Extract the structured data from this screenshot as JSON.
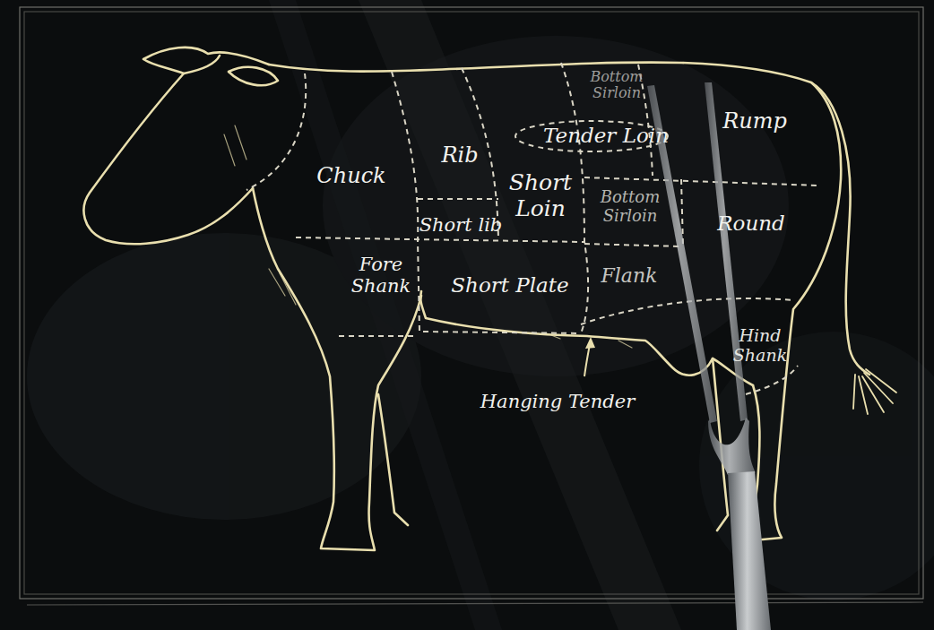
{
  "diagram": {
    "labels": [
      "Chuck",
      "Rib",
      "Short lib",
      "Short Loin",
      "Bottom Sirloin",
      "Tender Loin",
      "Rump",
      "Bottom Sirloin",
      "Round",
      "Fore Shank",
      "Short Plate",
      "Flank",
      "Hind Shank",
      "Hanging Tender"
    ]
  }
}
